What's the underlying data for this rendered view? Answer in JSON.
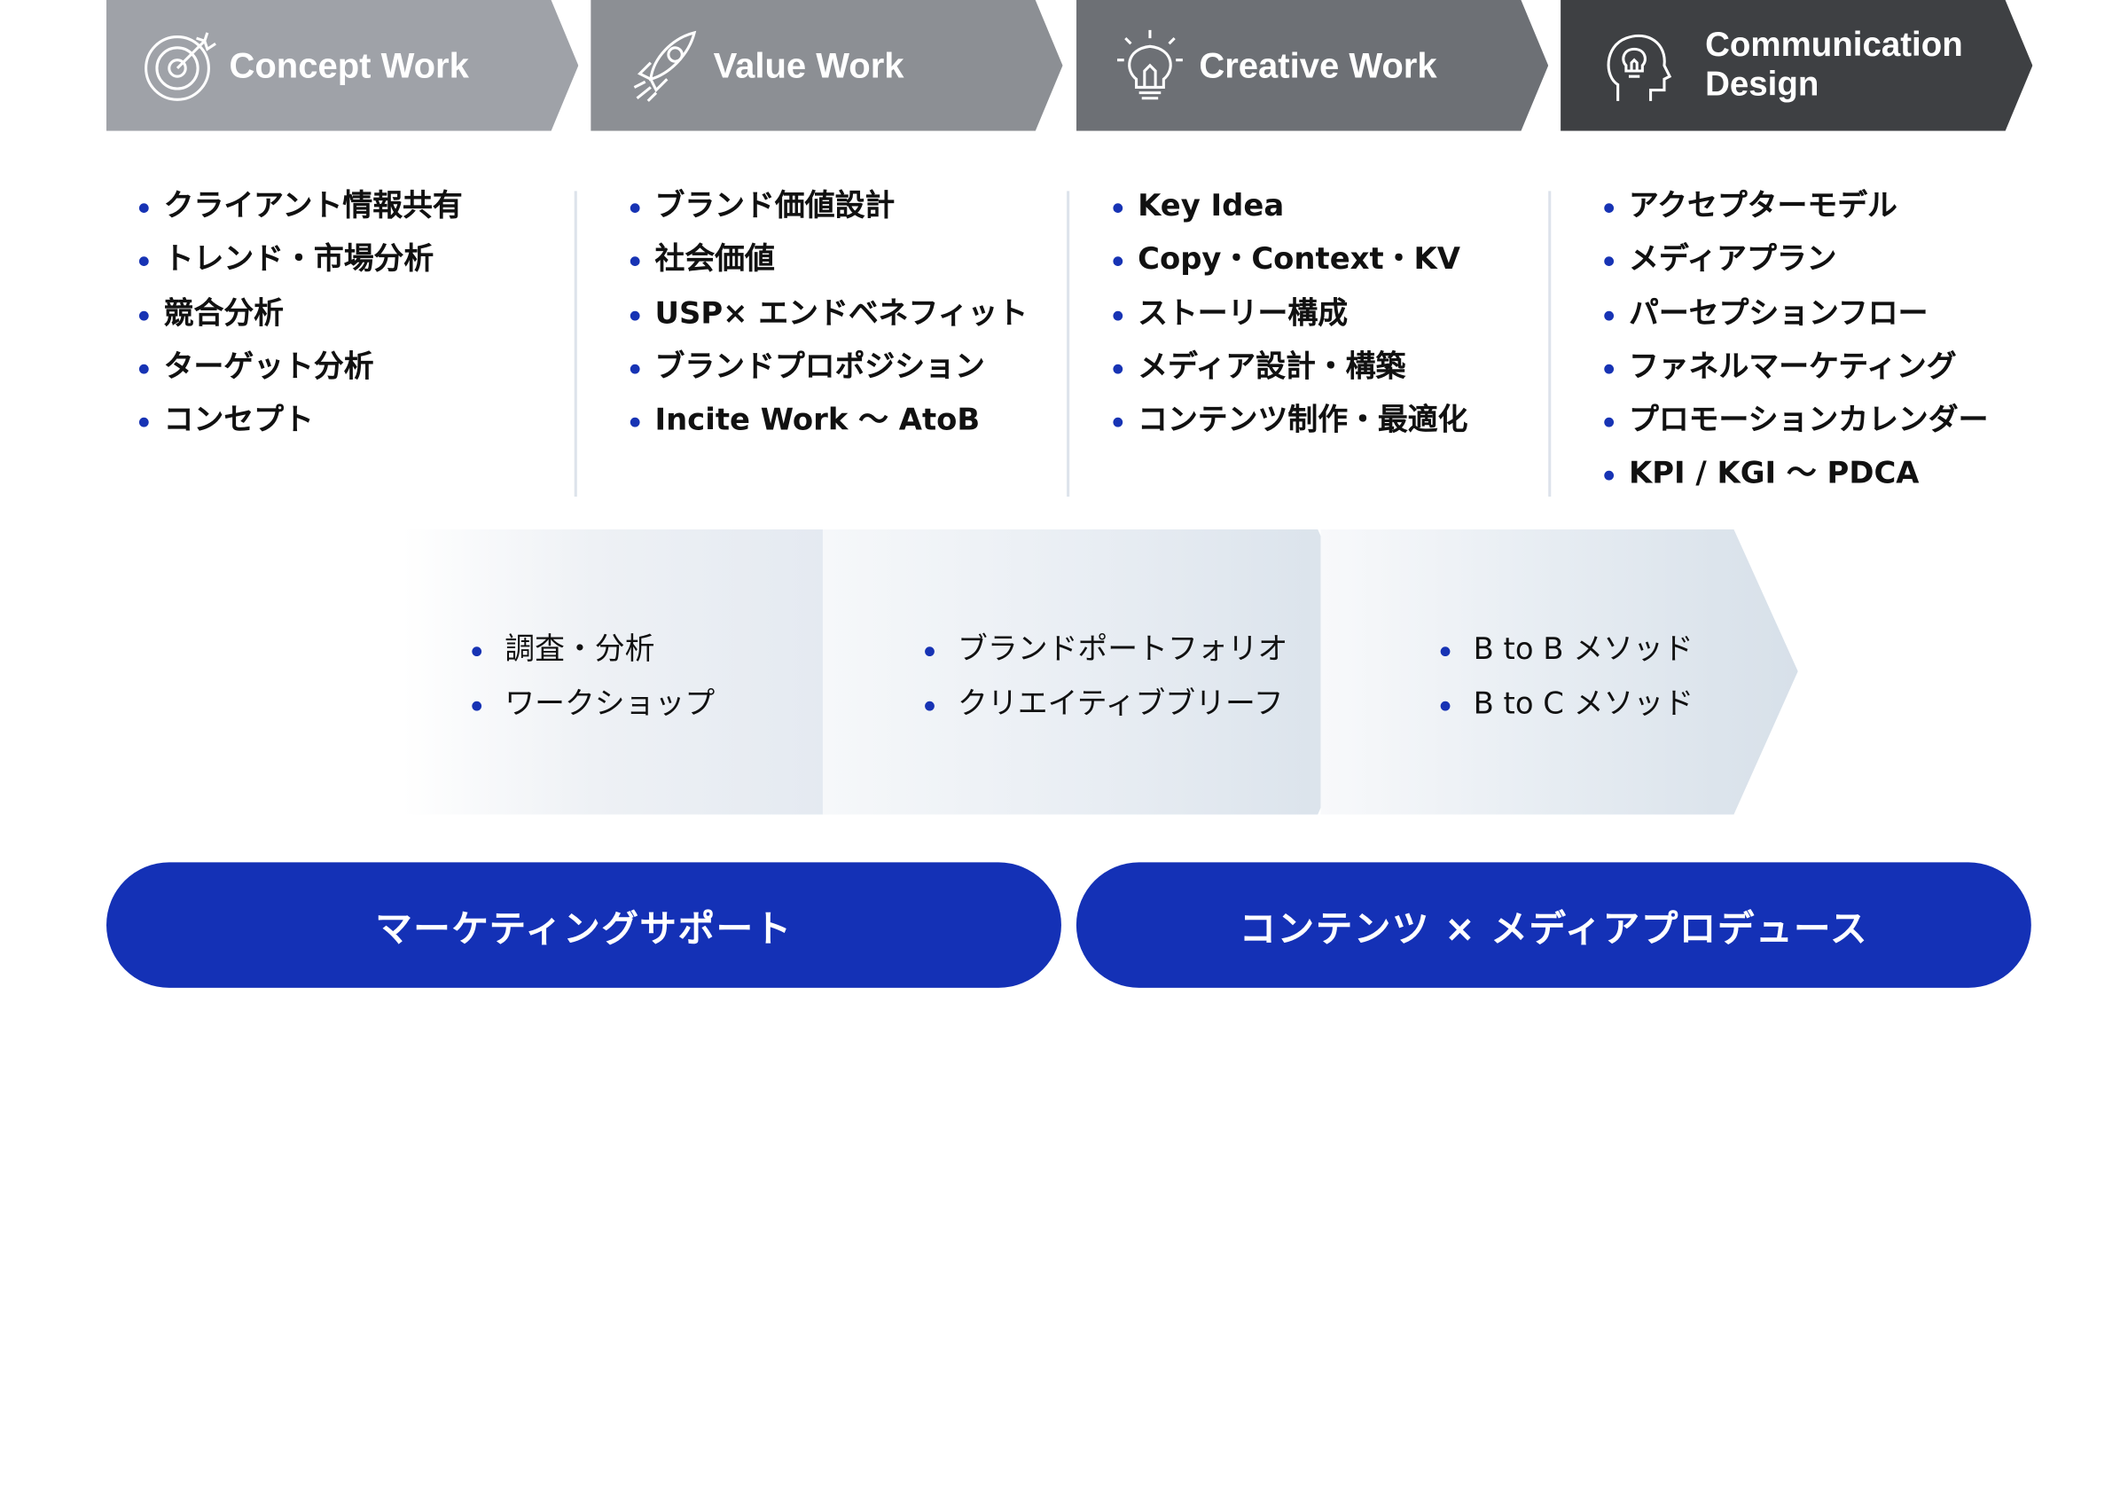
{
  "phases": [
    {
      "label": "Concept Work",
      "icon": "target-icon",
      "color": "#9fa2a8"
    },
    {
      "label": "Value Work",
      "icon": "rocket-icon",
      "color": "#8c8f94"
    },
    {
      "label": "Creative Work",
      "icon": "lightbulb-icon",
      "color": "#6d7075"
    },
    {
      "label": "Communication Design",
      "icon": "head-lightbulb-icon",
      "color": "#3e4043"
    }
  ],
  "lists": [
    [
      "クライアント情報共有",
      "トレンド・市場分析",
      "競合分析",
      "ターゲット分析",
      "コンセプト"
    ],
    [
      "ブランド価値設計",
      "社会価値",
      "USP× エンドベネフィット",
      "ブランドプロポジション",
      "Incite Work 〜 AtoB"
    ],
    [
      "Key Idea",
      "Copy・Context・KV",
      "ストーリー構成",
      "メディア設計・構築",
      "コンテンツ制作・最適化"
    ],
    [
      "アクセプターモデル",
      "メディアプラン",
      "パーセプションフロー",
      "ファネルマーケティング",
      "プロモーションカレンダー",
      "KPI / KGI 〜 PDCA"
    ]
  ],
  "methods": [
    [
      "調査・分析",
      "ワークショップ"
    ],
    [
      "ブランドポートフォリオ",
      "クリエイティブブリーフ"
    ],
    [
      "B to B メソッド",
      "B to C メソッド"
    ]
  ],
  "pills": [
    "マーケティングサポート",
    "コンテンツ × メディアプロデュース"
  ],
  "colors": {
    "accent": "#1431b6",
    "bullet": "#1733b4"
  }
}
